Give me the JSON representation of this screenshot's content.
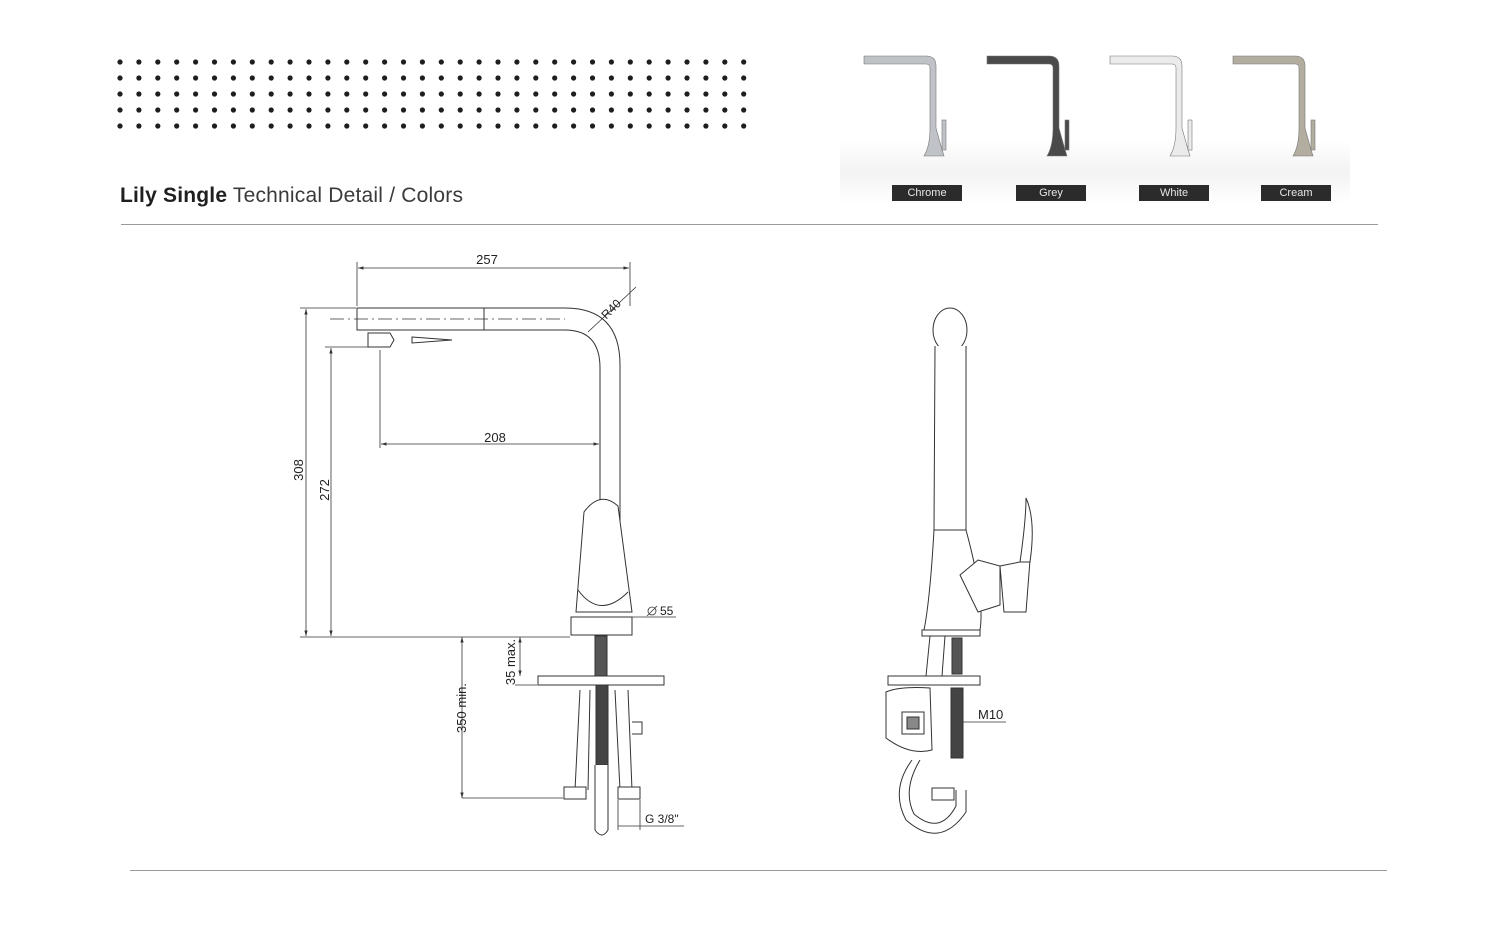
{
  "header": {
    "title_bold": "Lily Single",
    "title_rest": "Technical Detail / Colors"
  },
  "colors": [
    {
      "name": "Chrome",
      "hex": "#bfc2c6"
    },
    {
      "name": "Grey",
      "hex": "#4a4a4a"
    },
    {
      "name": "White",
      "hex": "#ebebeb"
    },
    {
      "name": "Cream",
      "hex": "#b3ada0"
    }
  ],
  "front_view": {
    "dim_width": "257",
    "dim_radius": "R40",
    "dim_reach": "208",
    "dim_height_total": "308",
    "dim_height_spout": "272",
    "dim_base_diameter": "55",
    "dim_deck_thickness": "35 max.",
    "dim_hose_length": "350 min.",
    "dim_connection": "G 3/8\""
  },
  "side_view": {
    "dim_thread": "M10"
  }
}
